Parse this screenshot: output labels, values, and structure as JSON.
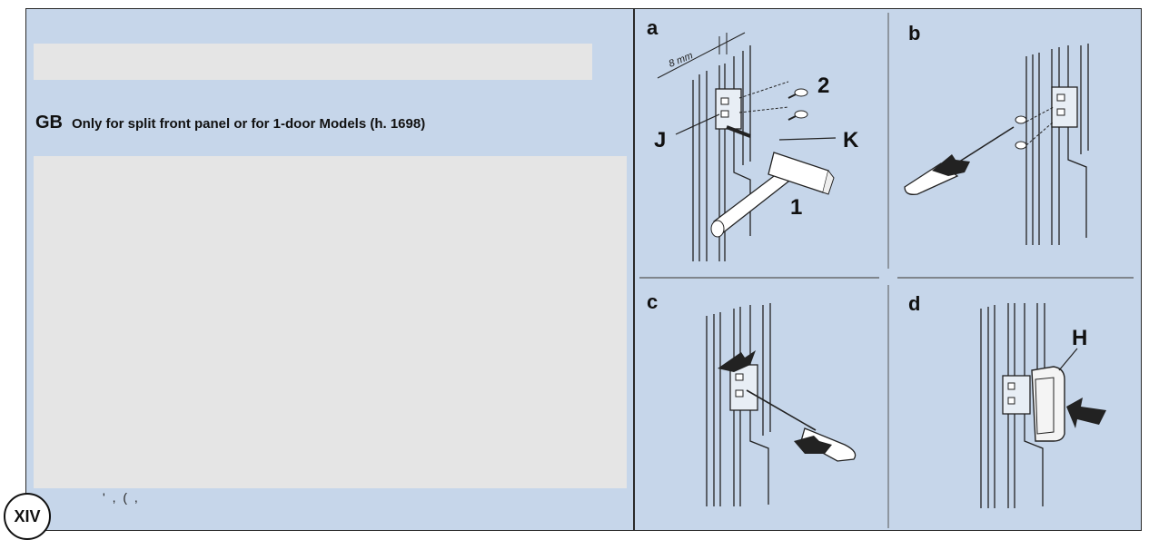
{
  "section": {
    "country_code": "GB",
    "heading": "Only for split front panel or for 1-door Models (h. 1698)"
  },
  "page_number": "XIV",
  "residue_text": "' ,   (     ,",
  "figures": [
    {
      "letter": "a",
      "dimension": "8 mm",
      "callouts": [
        "2",
        "J",
        "K",
        "1"
      ]
    },
    {
      "letter": "b"
    },
    {
      "letter": "c"
    },
    {
      "letter": "d",
      "callouts": [
        "H"
      ]
    }
  ]
}
